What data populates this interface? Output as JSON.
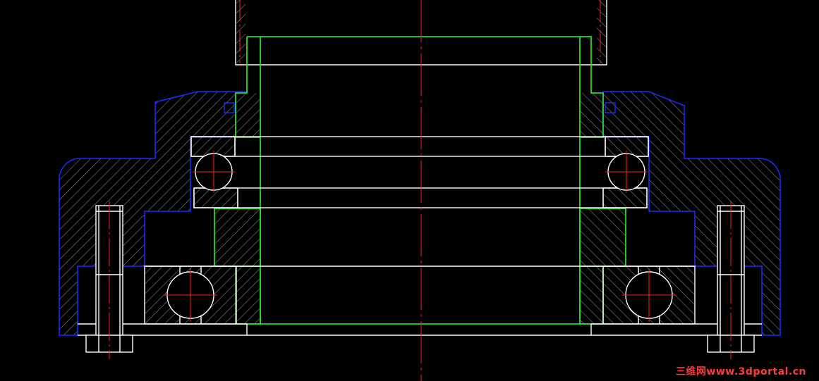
{
  "drawing": {
    "colors": {
      "background": "#000000",
      "housing_outline": "#1a2bff",
      "shaft_sleeve": "#22dd22",
      "bearing_lines": "#ffffff",
      "centerline": "#ff2020",
      "hatch": "#b0b0b0"
    },
    "parts": [
      "housing",
      "shaft-sleeve",
      "thrust-bearing",
      "deep-groove-ball-bearing-left",
      "deep-groove-ball-bearing-right",
      "bolt-left",
      "bolt-right",
      "upper-shaft"
    ]
  },
  "watermark": {
    "text": "三维网www.3dportal.cn"
  }
}
